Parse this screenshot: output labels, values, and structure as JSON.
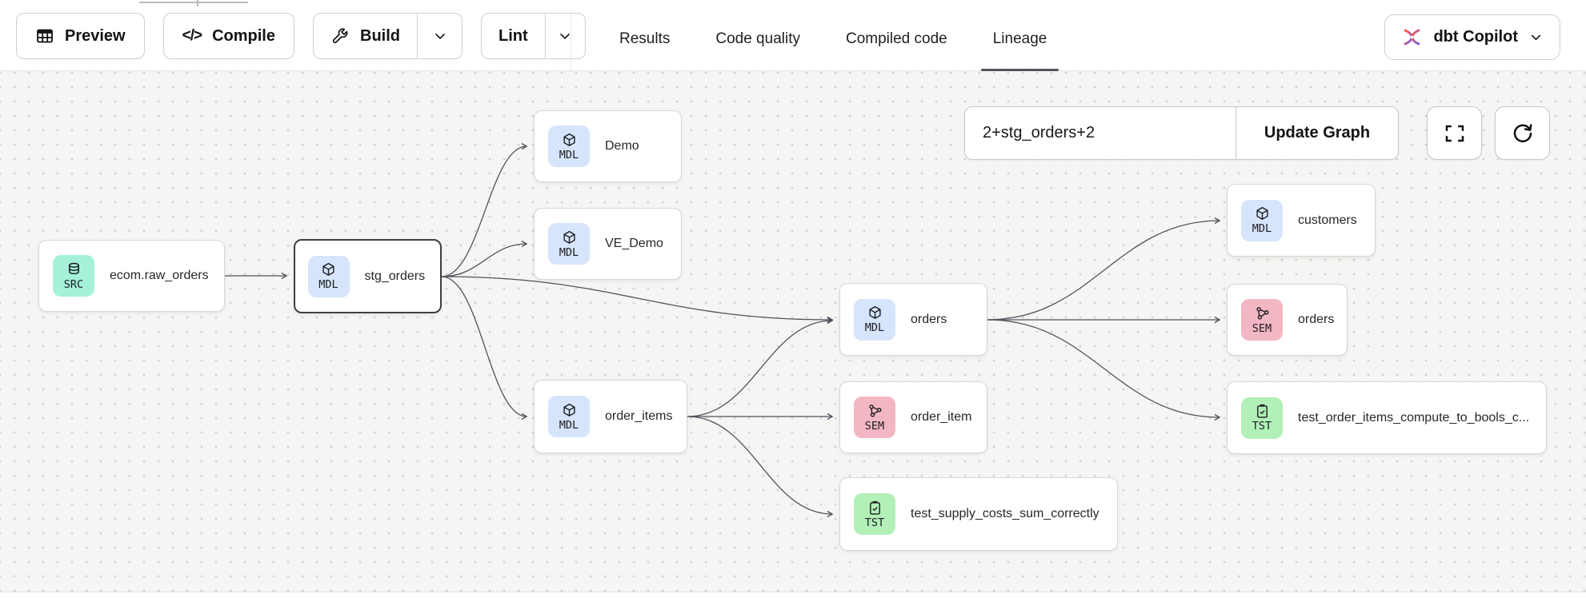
{
  "toolbar": {
    "preview_label": "Preview",
    "compile_label": "Compile",
    "compile_icon_glyph": "</>",
    "build_label": "Build",
    "lint_label": "Lint"
  },
  "tabs": [
    {
      "label": "Results",
      "active": false
    },
    {
      "label": "Code quality",
      "active": false
    },
    {
      "label": "Compiled code",
      "active": false
    },
    {
      "label": "Lineage",
      "active": true
    }
  ],
  "copilot": {
    "label": "dbt Copilot"
  },
  "graph_controls": {
    "selector_value": "2+stg_orders+2",
    "update_button_label": "Update Graph"
  },
  "nodes": [
    {
      "label": "ecom.raw_orders",
      "badge": "SRC",
      "type": "source",
      "selected": false
    },
    {
      "label": "stg_orders",
      "badge": "MDL",
      "type": "model",
      "selected": true
    },
    {
      "label": "Demo",
      "badge": "MDL",
      "type": "model",
      "selected": false
    },
    {
      "label": "VE_Demo",
      "badge": "MDL",
      "type": "model",
      "selected": false
    },
    {
      "label": "order_items",
      "badge": "MDL",
      "type": "model",
      "selected": false
    },
    {
      "label": "orders",
      "badge": "MDL",
      "type": "model",
      "selected": false
    },
    {
      "label": "order_item",
      "badge": "SEM",
      "type": "semantic-model",
      "selected": false
    },
    {
      "label": "test_supply_costs_sum_correctly",
      "badge": "TST",
      "type": "test",
      "selected": false
    },
    {
      "label": "customers",
      "badge": "MDL",
      "type": "model",
      "selected": false
    },
    {
      "label": "orders",
      "badge": "SEM",
      "type": "semantic-model",
      "selected": false
    },
    {
      "label": "test_order_items_compute_to_bools_c...",
      "badge": "TST",
      "type": "test",
      "selected": false
    }
  ],
  "edges": [
    {
      "from": "ecom.raw_orders",
      "to": "stg_orders"
    },
    {
      "from": "stg_orders",
      "to": "Demo"
    },
    {
      "from": "stg_orders",
      "to": "VE_Demo"
    },
    {
      "from": "stg_orders",
      "to": "orders"
    },
    {
      "from": "stg_orders",
      "to": "order_items"
    },
    {
      "from": "order_items",
      "to": "orders"
    },
    {
      "from": "order_items",
      "to": "order_item"
    },
    {
      "from": "order_items",
      "to": "test_supply_costs_sum_correctly"
    },
    {
      "from": "orders",
      "to": "customers"
    },
    {
      "from": "orders",
      "to": "orders (SEM)"
    },
    {
      "from": "orders",
      "to": "test_order_items_compute_to_bools_c..."
    }
  ],
  "colors": {
    "src_badge": "#a5f1da",
    "mdl_badge": "#d6e5fb",
    "sem_badge": "#f3b7c4",
    "tst_badge": "#b2f0b8",
    "edge": "#52525b",
    "active_tab_underline": "#52525b",
    "copilot_orange": "#ff5c35",
    "copilot_purple": "#7a5cf0",
    "canvas_bg": "#f5f5f4"
  }
}
